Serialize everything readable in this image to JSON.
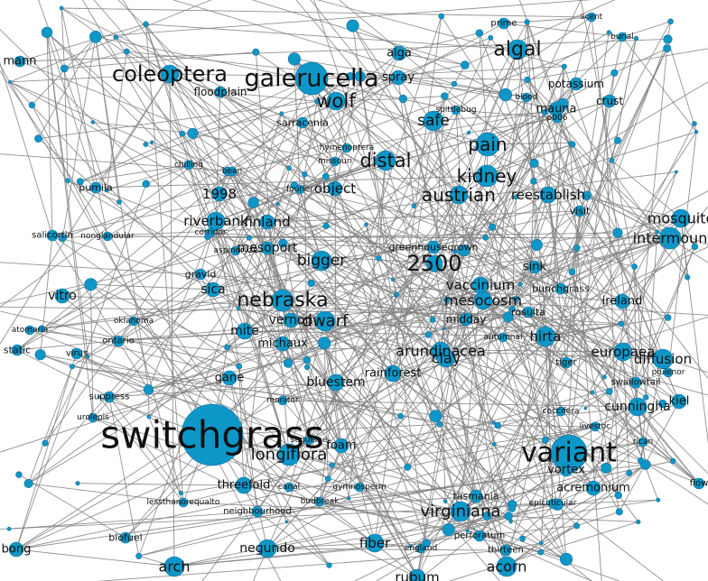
{
  "graph": {
    "node_color": "#0d97c8",
    "edge_color": "#808080",
    "background": "#ffffff",
    "labels": {
      "switchgrass": "switchgrass",
      "variant": "variant",
      "galerucella": "galerucella",
      "coleoptera": "coleoptera",
      "nebraska": "nebraska",
      "n2500": "2500",
      "kidney": "kidney",
      "austrian": "austrian",
      "distal": "distal",
      "algal": "algal",
      "pain": "pain",
      "longiflora": "longiflora",
      "wolf": "wolf",
      "bigger": "bigger",
      "virginiana": "virginiana",
      "dwarf": "dwarf",
      "safe": "safe",
      "mosquito": "mosquito",
      "intermountain": "intermoun",
      "mesocosm": "mesocosm",
      "vaccinium": "vaccinium",
      "arundinacea": "arundinacea",
      "europaea": "europaea",
      "diffusion": "diffusion",
      "cunningham": "cunningha",
      "establish": "reestablish",
      "object": "object",
      "riverbank": "riverbank",
      "finland": "finland",
      "y1998": "1998",
      "hirta": "hirta",
      "vernon": "vernon",
      "mite": "mite",
      "michaux": "michaux",
      "bluestem": "bluestem",
      "rainforest": "rainforest",
      "clay": "clay",
      "negundo": "negundo",
      "threefold": "threefold",
      "fiber": "fiber",
      "acorn": "acorn",
      "arch": "arch",
      "alga": "alga",
      "spray": "spray",
      "mauna": "mauna",
      "potassium": "potassium",
      "crust": "crust",
      "floodplain": "floodplain",
      "sink": "sink",
      "ireland": "ireland",
      "bunchgrass": "bunchgrass",
      "vitro": "vitro",
      "sica": "sica",
      "gane": "gane",
      "mann": "mann",
      "mosquitolabel": "mosquito",
      "acremonium": "acremonium",
      "tasmania": "tasmania",
      "bong": "bong",
      "biofuel": "biofuel",
      "neighbourhood": "neighbourhood",
      "gravid": "gravid",
      "greenhouse": "greenhousegrown",
      "visit": "visit",
      "prime": "prime",
      "midday": "midday",
      "kiel": "kiel",
      "swallowtail": "swallowtail",
      "tiger": "tiger",
      "pumila": "pumila",
      "salicortin": "salicortin",
      "nonglandular": "nonglandular",
      "static": "static",
      "virus": "virus",
      "ontario": "ontario",
      "oklahoma": "oklahoma",
      "suppress": "suppress",
      "spittlebug": "spittlebug",
      "sarracenia": "sarracenia",
      "missouri": "missouri",
      "hymenoptera": "hymenoptera",
      "autumnal": "autumnal",
      "perforatum": "perforatum",
      "thirteen": "thirteen",
      "flow": "flow",
      "vortex": "vortex",
      "scent": "scent",
      "burial": "burial",
      "blood": "blood",
      "p00": "p006",
      "fourier": "fourier",
      "rubum": "rubum",
      "atomaria": "atomaria",
      "philenor": "philenor",
      "corridor": "corridor",
      "rosulta": "rosulta",
      "aspinoryza": "aspinoryza",
      "mesoport": "mesoport",
      "urolepis": "urolepis",
      "england": "england",
      "sequelae": "sequelae",
      "liverpool": "livestoc",
      "ricin": "rican",
      "mitonitor": "monitor",
      "gymnosperm": "gymnosperm",
      "budbreak": "budbreak",
      "lessthan": "lessthanorequalto",
      "foam": "foam",
      "cochlear": "coccifera",
      "epicuticular": "epicuticular",
      "bean": "bean",
      "chilling": "chilling",
      "ganymede": "canal"
    }
  }
}
